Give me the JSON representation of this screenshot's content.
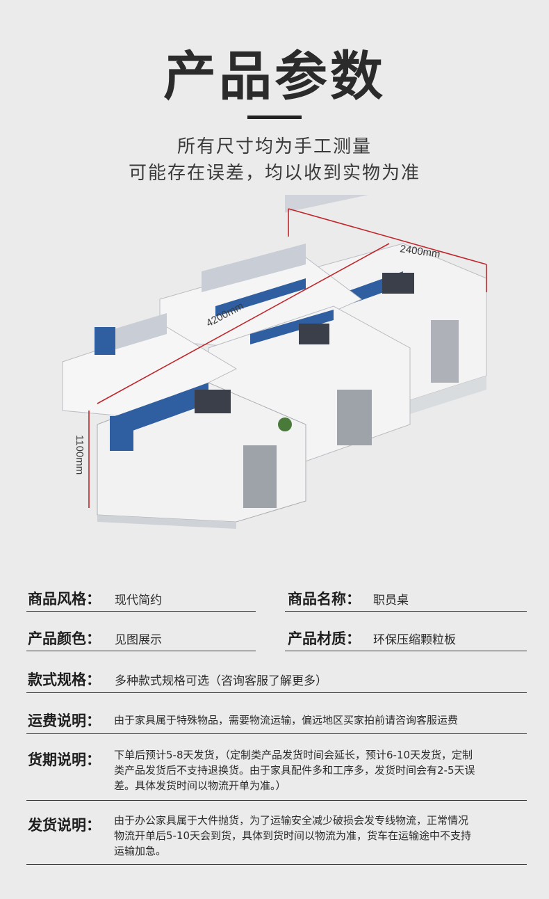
{
  "header": {
    "title": "产品参数",
    "subtitle_line1": "所有尺寸均为手工测量",
    "subtitle_line2": "可能存在误差，均以收到实物为准"
  },
  "illustration": {
    "dimension_width": "2400mm",
    "dimension_length": "4200mm",
    "dimension_height": "1100mm",
    "colors": {
      "desktop": "#f4f4f4",
      "panel": "#2f5fa0",
      "frame": "#a9adb3",
      "dimension": "#c0262b"
    }
  },
  "specs": {
    "style": {
      "label": "商品风格：",
      "value": "现代简约"
    },
    "name": {
      "label": "商品名称：",
      "value": "职员桌"
    },
    "color": {
      "label": "产品颜色：",
      "value": "见图展示"
    },
    "material": {
      "label": "产品材质：",
      "value": "环保压缩颗粒板"
    },
    "variants": {
      "label": "款式规格：",
      "value": "多种款式规格可选（咨询客服了解更多）"
    },
    "shipping_fee": {
      "label": "运费说明：",
      "value": "由于家具属于特殊物品，需要物流运输，偏远地区买家拍前请咨询客服运费"
    },
    "lead_time": {
      "label": "货期说明：",
      "lines": [
        "下单后预计5-8天发货，（定制类产品发货时间会延长，预计6-10天发货，定制",
        "类产品发货后不支持退换货。由于家具配件多和工序多，发货时间会有2-5天误",
        "差。具体发货时间以物流开单为准。）"
      ]
    },
    "delivery": {
      "label": "发货说明：",
      "lines": [
        "由于办公家具属于大件抛货，为了运输安全减少破损会发专线物流，正常情况",
        "物流开单后5-10天会到货，具体到货时间以物流为准，货车在运输途中不支持",
        "运输加急。"
      ]
    }
  }
}
